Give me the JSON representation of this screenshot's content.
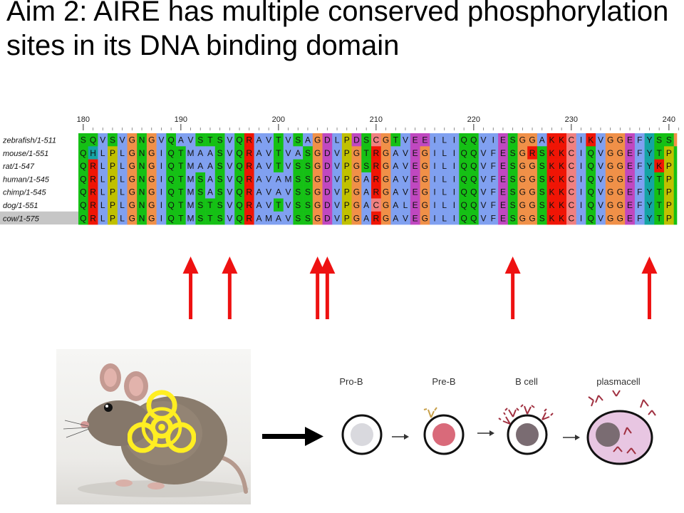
{
  "title": "Aim 2: AIRE has multiple conserved phosphorylation sites in its DNA binding domain",
  "alignment": {
    "ruler": [
      "180",
      "190",
      "200",
      "210",
      "220",
      "230",
      "240"
    ],
    "rows": [
      {
        "label": "zebrafish/1-511",
        "seq": "SQVSVGNGVQAVSTSVQRAVTVSAGDLPDSCGTVEEILIQQVIESGGAKKCIKVGGEFYSSG"
      },
      {
        "label": "mouse/1-551",
        "seq": "QHLPLGNGIQTMAASVQRAVTVASGDVPGTRGAVEGILIQQVFESGRSKKCIQVGGEFYTPN"
      },
      {
        "label": "rat/1-547",
        "seq": "QRLPLGNGIQTMAASVQRAVTVSSGDVPGSRGAVEGILIQQVFESGGSKKCIQVGGEFYKPS"
      },
      {
        "label": "human/1-545",
        "seq": "QRLPLGNGIQTMSASVQRAVAMSSGDVPGARGAVEGILIQQVFESGGSKKCIQVGGEFYTPS"
      },
      {
        "label": "chimp/1-545",
        "seq": "QRLPLGNGIQTMSASVQRAVAVSSGDVPGARGAVEGILIQQVFESGGSKKCIQVGGEFYTPS"
      },
      {
        "label": "dog/1-551",
        "seq": "QRLPLGNGIQTMSTSVQRAVTVSSGDVPGACGALEGILIQQVFESGGSKKCIQVGGEFYTPS"
      },
      {
        "label": "cow/1-575",
        "seq": "QRLPLGNGIQTMSTSVQRAMAVSSGDVPGARGAVEGILIQQVFESGGSKKCIQVGGEFYTPN"
      }
    ],
    "arrow_columns": [
      11,
      15,
      24,
      25,
      44,
      58
    ]
  },
  "colors": {
    "arrow": "#ee1111",
    "hydrophobic": "#80a0f0",
    "polar": "#15c015",
    "positive": "#f01505",
    "negative": "#c048c0",
    "glycine": "#f09048",
    "proline": "#c0c000",
    "aromatic": "#15a4a4",
    "cysteine": "#f08080",
    "biohazard": "#ffee22"
  },
  "mouse_panel": {
    "icon": "biohazard-icon"
  },
  "diagram": {
    "stages": [
      {
        "label": "Pro-B"
      },
      {
        "label": "Pre-B"
      },
      {
        "label": "B cell"
      },
      {
        "label": "plasmacell"
      }
    ]
  }
}
